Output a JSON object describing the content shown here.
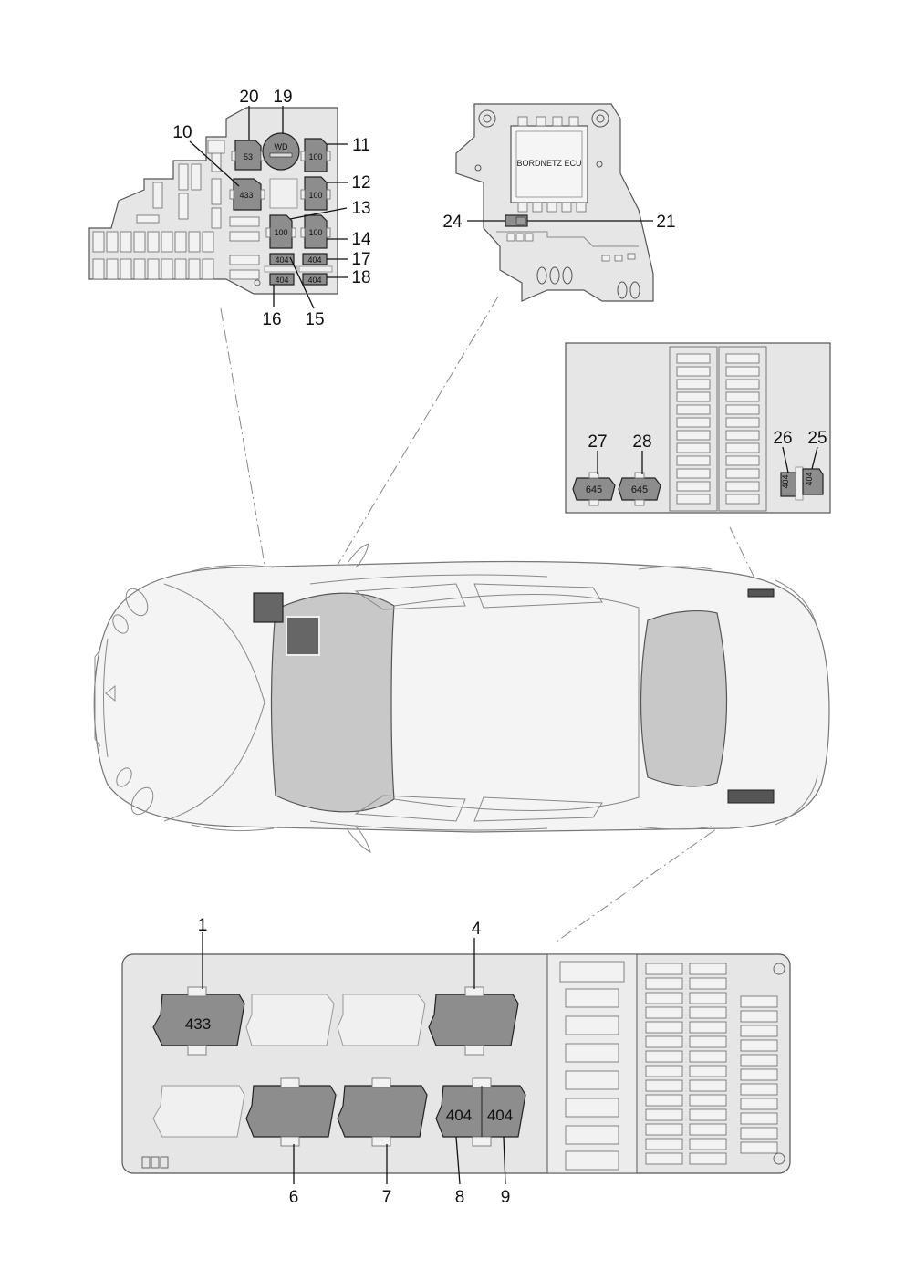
{
  "ecu_label": "BORDNETZ ECU",
  "relay_symbol": "WD",
  "relay_codes": {
    "r53": "53",
    "r433": "433",
    "r100": "100",
    "r404": "404",
    "r645": "645"
  },
  "callouts": {
    "c1": "1",
    "c4": "4",
    "c6": "6",
    "c7": "7",
    "c8": "8",
    "c9": "9",
    "c10": "10",
    "c11": "11",
    "c12": "12",
    "c13": "13",
    "c14": "14",
    "c15": "15",
    "c16": "16",
    "c17": "17",
    "c18": "18",
    "c19": "19",
    "c20": "20",
    "c21": "21",
    "c24": "24",
    "c25": "25",
    "c26": "26",
    "c27": "27",
    "c28": "28"
  }
}
